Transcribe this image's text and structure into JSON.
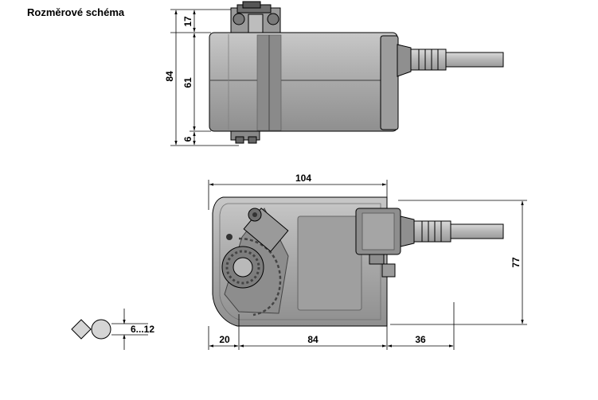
{
  "title": "Rozměrové schéma",
  "dimensions": {
    "top_view": {
      "d1": "17",
      "d2": "61",
      "d3": "84",
      "d4": "6"
    },
    "front_view": {
      "width": "104",
      "height": "77",
      "left": "20",
      "middle": "84",
      "right": "36"
    },
    "shaft": {
      "range": "6...12"
    }
  }
}
